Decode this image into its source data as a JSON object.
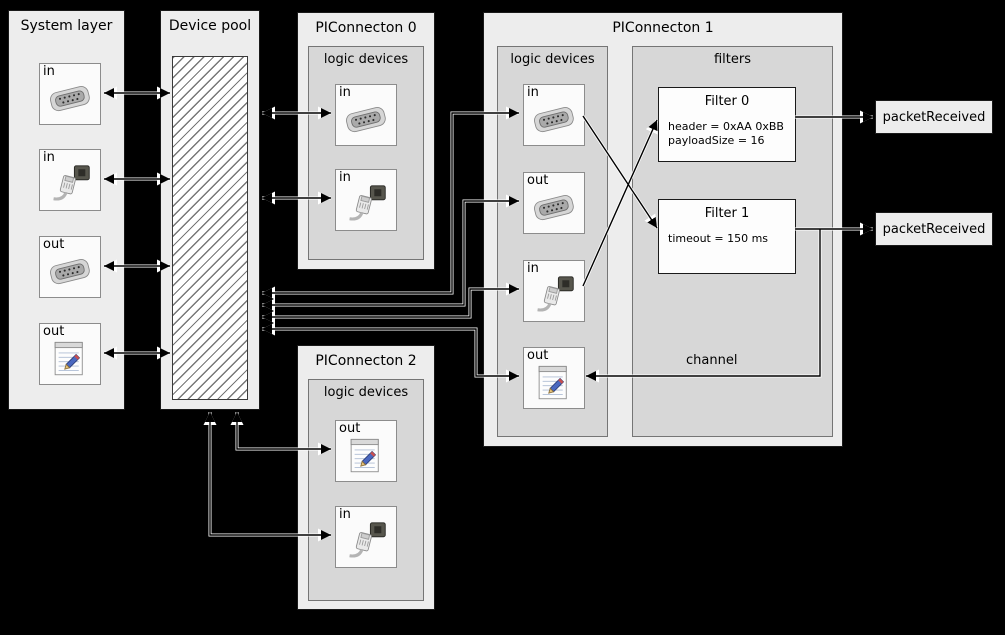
{
  "system_layer": {
    "title": "System layer",
    "devices": [
      {
        "label": "in",
        "icon": "serial"
      },
      {
        "label": "in",
        "icon": "ethernet"
      },
      {
        "label": "out",
        "icon": "serial"
      },
      {
        "label": "out",
        "icon": "notepad"
      }
    ]
  },
  "device_pool": {
    "title": "Device pool"
  },
  "piconnecton_0": {
    "title": "PIConnecton 0",
    "group_title": "logic devices",
    "devices": [
      {
        "label": "in",
        "icon": "serial"
      },
      {
        "label": "in",
        "icon": "ethernet"
      }
    ]
  },
  "piconnecton_1": {
    "title": "PIConnecton 1",
    "logic_group_title": "logic devices",
    "filters_group_title": "filters",
    "devices": [
      {
        "label": "in",
        "icon": "serial"
      },
      {
        "label": "out",
        "icon": "serial"
      },
      {
        "label": "in",
        "icon": "ethernet"
      },
      {
        "label": "out",
        "icon": "notepad"
      }
    ],
    "filters": [
      {
        "title": "Filter 0",
        "params": [
          "header = 0xAA 0xBB",
          "payloadSize = 16"
        ]
      },
      {
        "title": "Filter 1",
        "params": [
          "timeout = 150 ms"
        ]
      }
    ],
    "channel_label": "channel"
  },
  "piconnecton_2": {
    "title": "PIConnecton 2",
    "group_title": "logic devices",
    "devices": [
      {
        "label": "out",
        "icon": "notepad"
      },
      {
        "label": "in",
        "icon": "ethernet"
      }
    ]
  },
  "events": [
    {
      "label": "packetReceived"
    },
    {
      "label": "packetReceived"
    }
  ]
}
